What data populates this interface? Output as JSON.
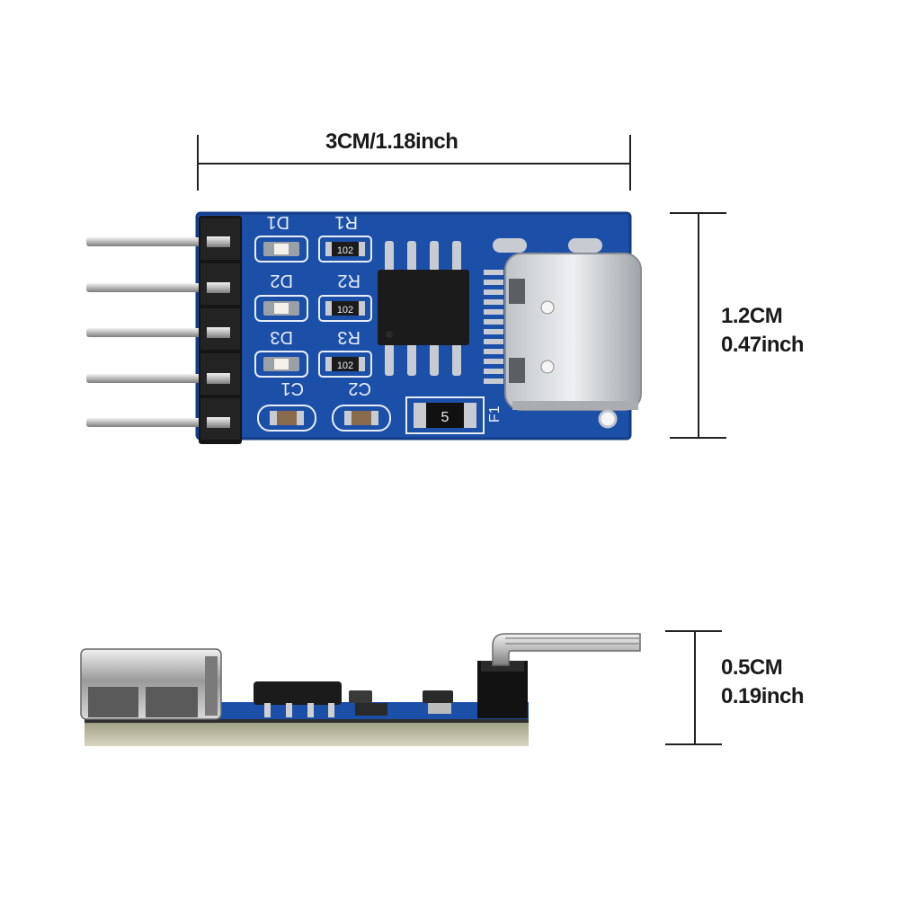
{
  "dimensions": {
    "width_label": "3CM/1.18inch",
    "height_cm": "1.2CM",
    "height_inch": "0.47inch",
    "thickness_cm": "0.5CM",
    "thickness_inch": "0.19inch"
  },
  "board_labels": {
    "d1": "D1",
    "d2": "D2",
    "d3": "D3",
    "r1": "R1",
    "r2": "R2",
    "r3": "R3",
    "c1": "C1",
    "c2": "C2",
    "f1": "F1",
    "resistor_code": "102",
    "fuse_code": "5"
  },
  "colors": {
    "pcb": "#1c4fa8",
    "pcb_dark": "#143d86",
    "pad": "#c8ccd2",
    "chip": "#1b1b1b",
    "dimension_line": "#222222"
  }
}
